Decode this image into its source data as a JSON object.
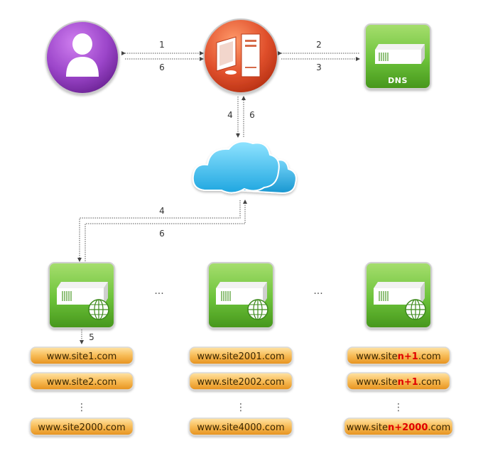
{
  "dns_label": "DNS",
  "arrow_labels": {
    "user_to_pc": "1",
    "pc_to_user": "6",
    "pc_to_dns": "2",
    "dns_to_pc": "3",
    "pc_to_cloud": "4",
    "cloud_to_pc": "6",
    "cloud_to_server": "4",
    "server_to_cloud": "6",
    "server_to_sites": "5"
  },
  "ellipsis": "...",
  "vertical_dots": "⋮",
  "server_groups": [
    {
      "sites": [
        {
          "pre": "www.site1.com",
          "hl": "",
          "post": ""
        },
        {
          "pre": "www.site2.com",
          "hl": "",
          "post": ""
        },
        {
          "pre": "www.site2000.com",
          "hl": "",
          "post": ""
        }
      ]
    },
    {
      "sites": [
        {
          "pre": "www.site2001.com",
          "hl": "",
          "post": ""
        },
        {
          "pre": "www.site2002.com",
          "hl": "",
          "post": ""
        },
        {
          "pre": "www.site4000.com",
          "hl": "",
          "post": ""
        }
      ]
    },
    {
      "sites": [
        {
          "pre": "www.site",
          "hl": "n+1",
          "post": ".com"
        },
        {
          "pre": "www.site",
          "hl": "n+1",
          "post": ".com"
        },
        {
          "pre": "www.site",
          "hl": "n+2000",
          "post": ".com"
        }
      ]
    }
  ],
  "colors": {
    "user_circle": "#9b45c9",
    "pc_circle": "#e0502c",
    "green_box": "#5fb52c",
    "site_pill": "#f5b24a",
    "cloud": "#3cc4f0",
    "highlight_text": "#e00000"
  }
}
